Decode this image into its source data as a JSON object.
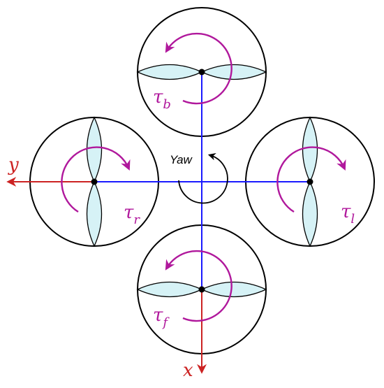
{
  "axes": {
    "x": {
      "label": "x"
    },
    "y": {
      "label": "y"
    }
  },
  "yaw": {
    "label": "Yaw"
  },
  "rotors": [
    {
      "id": "b",
      "torque_symbol": "τ",
      "torque_subscript": "b"
    },
    {
      "id": "r",
      "torque_symbol": "τ",
      "torque_subscript": "r"
    },
    {
      "id": "l",
      "torque_symbol": "τ",
      "torque_subscript": "l"
    },
    {
      "id": "f",
      "torque_symbol": "τ",
      "torque_subscript": "f"
    }
  ],
  "colors": {
    "frame": "#1a1aff",
    "axis": "#cc2222",
    "torque": "#b0189c",
    "blade_fill": "#d6f2f6",
    "outline": "#000000"
  }
}
